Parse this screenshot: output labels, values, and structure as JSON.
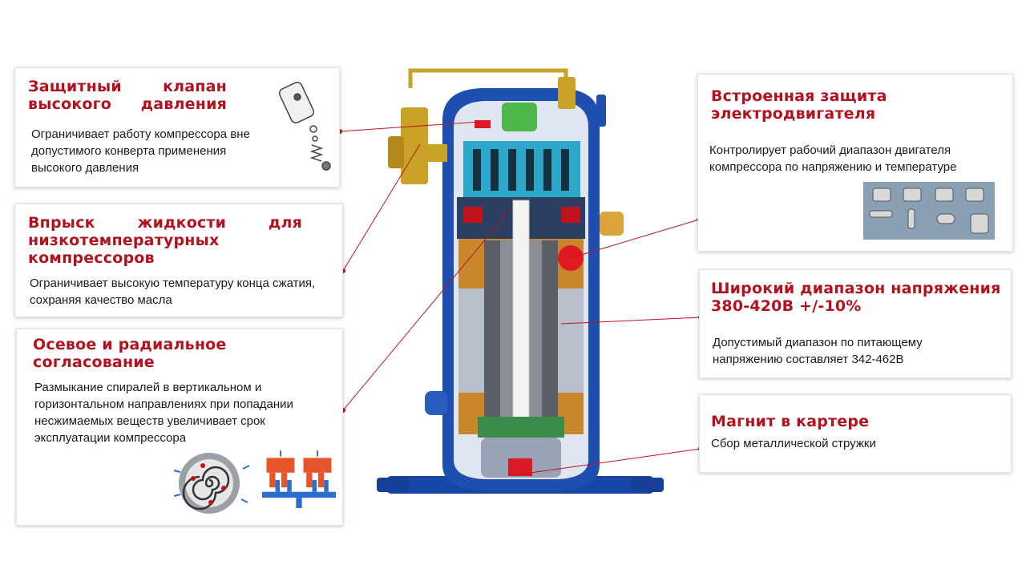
{
  "colors": {
    "title_red": "#b3121d",
    "shell_blue": "#1e4fb0",
    "leader_red": "#c0121c"
  },
  "callouts": {
    "hp_valve": {
      "title_line1": "Защитный клапан",
      "title_line2": "высокого давления",
      "description": "Ограничивает работу компрессора вне допустимого конверта применения высокого давления"
    },
    "liquid_injection": {
      "title_line1": "Впрыск жидкости для",
      "title_line2": "низкотемпературных компрессоров",
      "description": "Ограничивает высокую температуру конца сжатия, сохраняя качество масла"
    },
    "compliance": {
      "title": "Осевое и радиальное согласование",
      "description": "Размыкание спиралей в вертикальном и горизонтальном направлениях при попадании несжимаемых веществ увеличивает срок эксплуатации компрессора"
    },
    "motor_protection": {
      "title": "Встроенная защита электродвигателя",
      "description": "Контролирует рабочий диапазон двигателя компрессора по напряжению и температуре"
    },
    "voltage_range": {
      "title": "Широкий диапазон напряжения 380-420В +/-10%",
      "description": "Допустимый диапазон по питающему напряжению составляет 342-462В"
    },
    "sump_magnet": {
      "title": "Магнит в картере",
      "description": "Сбор металлической стружки"
    }
  }
}
